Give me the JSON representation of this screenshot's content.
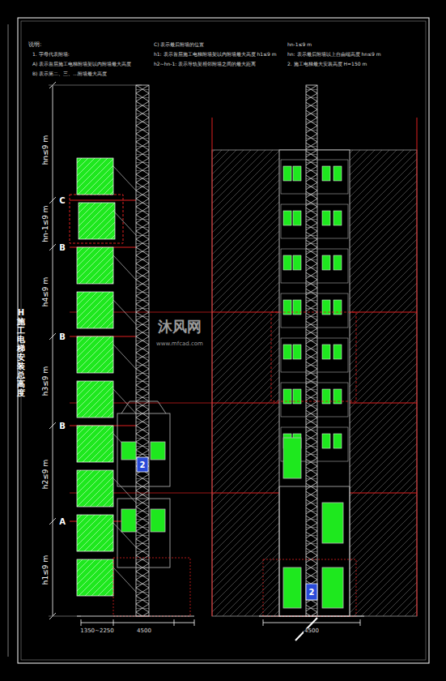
{
  "diagram": {
    "labels": [
      "说明:",
      "1. 字母代表附墙:",
      "A) 表示首层施工电梯附墙架以内附墙最大高度",
      "B) 表示第二、三、…附墙最大高度",
      "C) 表示最后附墙的位置",
      "h1: 表示首层施工电梯附墙架以内附墙最大高度 h1≤9 m",
      "H施工电梯安装总高度",
      "hn≤9 m",
      "hn-1≤9 m",
      "h4≤9 m",
      "h3≤9 m",
      "h2≤9 m",
      "h1≤9 m",
      "C",
      "B",
      "B",
      "B",
      "A",
      "2",
      "2",
      "1350~2250",
      "4500",
      "4500",
      "沐风网",
      "www.mfcad.com",
      "h2~hn-1: 表示导轨架相邻附墙之间的最大距离",
      "hn-1≤9 m",
      "hn: 表示最后附墙以上自由端高度 hn≤9 m",
      "2. 施工电梯最大安装高度 H=150 m"
    ]
  }
}
